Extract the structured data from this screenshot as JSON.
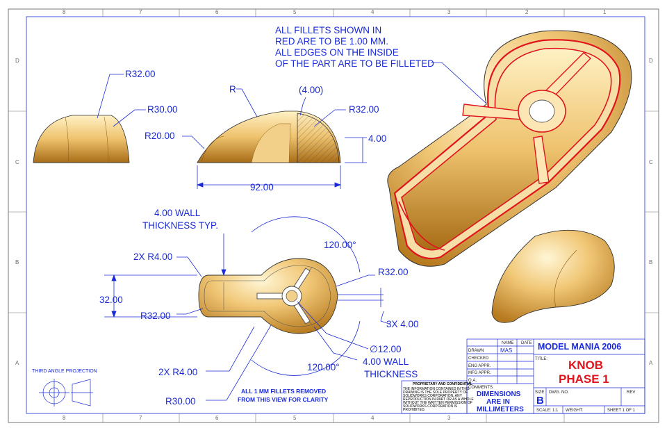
{
  "zones": {
    "columns": [
      "8",
      "7",
      "6",
      "5",
      "4",
      "3",
      "2",
      "1"
    ],
    "rows": [
      "D",
      "C",
      "B",
      "A"
    ]
  },
  "notes": {
    "fillet_note": [
      "ALL FILLETS SHOWN IN",
      "RED ARE TO BE 1.00 MM.",
      "ALL EDGES ON THE INSIDE",
      "OF THE PART ARE TO BE FILLETED"
    ],
    "clarity_note": [
      "ALL 1 MM FILLETS REMOVED",
      "FROM THIS VIEW FOR CLARITY"
    ],
    "projection_label": "THIRD ANGLE PROJECTION"
  },
  "front_view": {
    "r32": "R32.00",
    "r30": "R30.00"
  },
  "side_view": {
    "r": "R",
    "r4_ref": "(4.00)",
    "r32": "R32.00",
    "r20": "R20.00",
    "height": "4.00",
    "length": "92.00"
  },
  "top_view": {
    "wall_typ": [
      "4.00 WALL",
      "THICKNESS TYP."
    ],
    "angle_top": "120.00°",
    "r4_2x_top": "2X R4.00",
    "r32_right": "R32.00",
    "width": "32.00",
    "r32_left": "R32.00",
    "x4_3x": "3X 4.00",
    "dia12": "∅12.00",
    "wall_thick": [
      "4.00 WALL",
      "THICKNESS"
    ],
    "r4_2x_bottom": "2X R4.00",
    "angle_bottom": "120.00°",
    "r30": "R30.00"
  },
  "title_block": {
    "name_col": "NAME",
    "date_col": "DATE",
    "rows": [
      "DRAWN",
      "CHECKED",
      "ENG APPR.",
      "MFG APPR.",
      "Q.A.",
      "COMMENTS:"
    ],
    "drawn_name": "MAS",
    "proprietary_title": "PROPRIETARY AND CONFIDENTIAL",
    "proprietary_text": [
      "THE INFORMATION CONTAINED IN THIS",
      "DRAWING IS THE SOLE PROPERTY OF",
      "SOLIDWORKS CORPORATION. ANY",
      "REPRODUCTION IN PART OR AS A WHOLE",
      "WITHOUT THE WRITTEN PERMISSION OF",
      "SOLIDWORKS CORPORATION IS",
      "PROHIBITED."
    ],
    "units": [
      "DIMENSIONS",
      "ARE IN",
      "MILLIMETERS"
    ],
    "company": "MODEL MANIA 2006",
    "title_label": "TITLE:",
    "title": [
      "KNOB",
      "PHASE 1"
    ],
    "size_label": "SIZE",
    "size": "B",
    "dwg_label": "DWG.  NO.",
    "rev_label": "REV",
    "scale": "SCALE: 1:1",
    "weight": "WEIGHT:",
    "sheet": "SHEET 1 OF 1"
  },
  "colors": {
    "line": "#1a2ad8",
    "fillet": "#e0141c",
    "part": "#e8b45a",
    "frame": "#6b6b6b"
  }
}
